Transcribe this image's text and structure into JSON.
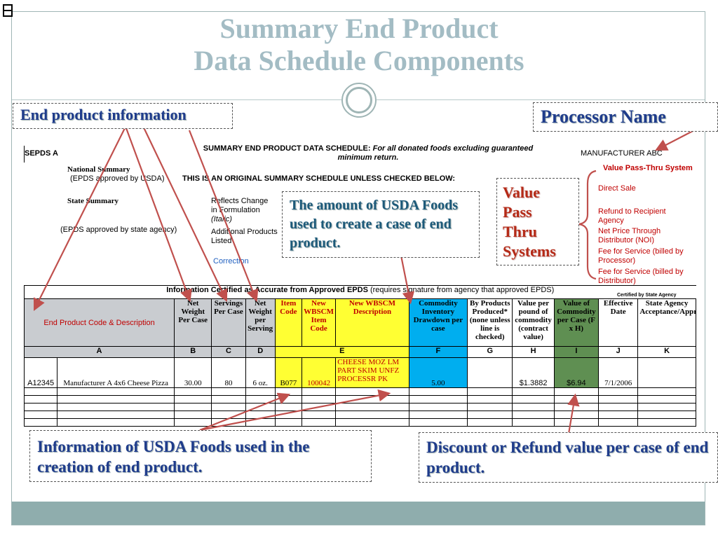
{
  "title": {
    "line1": "Summary End Product",
    "line2": "Data Schedule Components"
  },
  "callouts": {
    "end_product": "End product information",
    "processor_name": "Processor Name",
    "usda_amount": "The amount of USDA Foods used to create a case of end product.",
    "value_pass": [
      "Value",
      "Pass",
      "Thru",
      "Systems"
    ],
    "usda_info": "Information of USDA Foods used in the creation of end product.",
    "discount": "Discount or Refund value per case of end product."
  },
  "form": {
    "agency": "SEPDS A",
    "heading_bold": "SUMMARY END PRODUCT DATA SCHEDULE:",
    "heading_italic": "For all donated foods excluding guaranteed minimum return.",
    "manufacturer": "MANUFACTURER ABC",
    "national_summary": "National Summary",
    "epds_usda": "(EPDS approved by USDA)",
    "original_note": "THIS IS AN ORIGINAL SUMMARY SCHEDULE UNLESS CHECKED BELOW:",
    "state_summary": "State Summary",
    "epds_state": "(EPDS approved by state agency)",
    "reflects": "Reflects Change in Formulation",
    "italic": "(Italic)",
    "additional": "Additional Products Listed",
    "correction": "Correction",
    "value_pass_header": "Value Pass-Thru System",
    "value_pass_options": [
      "Direct Sale",
      "Refund to Recipient Agency",
      "Net Price Through Distributor  (NOI)",
      "Fee for Service (billed by Processor)",
      "Fee for Service (billed by Distributor)"
    ],
    "certified_state": "Certified by State Agency",
    "certified_bold": "Information Certified as Accurate from Approved EPDS",
    "certified_note": "(requires signature from agency that approved EPDS)"
  },
  "table": {
    "headers": {
      "code_desc": "End Product Code & Description",
      "net_weight_case": "Net Weight Per Case",
      "servings": "Servings Per Case",
      "net_weight_serving": "Net Weight per Serving",
      "item_code": "Item Code",
      "new_wbscm_code": "New WBSCM Item Code",
      "new_wbscm_desc": "New WBSCM Description",
      "commodity": "Commodity Inventory Drawdown per case",
      "byproducts": "By Products Produced* (none unless line is checked)",
      "value_per_pound": "Value per pound of commodity (contract value)",
      "value_commodity": "Value of Commodity per Case (F x H)",
      "effective": "Effective Date",
      "state_acc": "State Agency Acceptance/Approval"
    },
    "letters": [
      "A",
      "B",
      "C",
      "D",
      "E",
      "F",
      "G",
      "H",
      "I",
      "J",
      "K"
    ],
    "row": {
      "code": "A12345",
      "desc": "Manufacturer A 4x6 Cheese Pizza",
      "net_weight": "30.00",
      "servings": "80",
      "serving_weight": "6 oz.",
      "item_code": "B077",
      "wbscm_code": "100042",
      "wbscm_desc": "CHEESE MOZ LM PART SKIM UNFZ PROCESSR PK",
      "drawdown": "5.00",
      "byproducts": "",
      "value_pound": "$1.3882",
      "value_case": "$6.94",
      "effective": "7/1/2006",
      "state": ""
    }
  }
}
